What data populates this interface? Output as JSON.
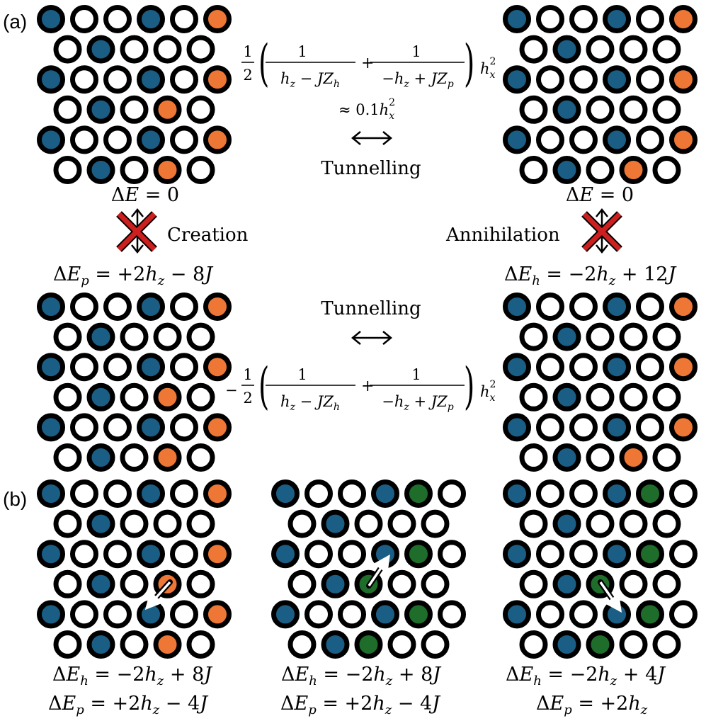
{
  "panels": {
    "a_label": "(a)",
    "b_label": "(b)"
  },
  "colors": {
    "blue": "#1b5e85",
    "orange": "#ee7736",
    "green": "#1f6d2b",
    "ring": "#000000",
    "empty": "#ffffff",
    "cross": "#cc1f1f"
  },
  "lattices": {
    "a_top_left": [
      "BEEBEO",
      "EBEEE",
      "BEEBEO",
      "EBEOE",
      "BEEBEO",
      "EBEOE"
    ],
    "a_top_right": [
      "BEEBEO",
      "EBEEE",
      "BEEBEO",
      "EBEEE",
      "BEEBEO",
      "EBEOE"
    ],
    "a_bottom_left": [
      "BEEBEO",
      "EBEEE",
      "BEEBEO",
      "EBEOE",
      "BEEBEO",
      "EBEOE"
    ],
    "a_bottom_right": [
      "BEEBEO",
      "EBEEE",
      "BEEBEO",
      "EBEEE",
      "BEEBEO",
      "EBEOE"
    ],
    "b_left": [
      "BEEBEO",
      "EBEEE",
      "BEEBEO",
      "EBEOE",
      "BEEBEO",
      "EBEOE"
    ],
    "b_middle": [
      "BEEBGE",
      "EBEEE",
      "BEEBGE",
      "EBGEE",
      "BEEBGE",
      "EBGEE"
    ],
    "b_right": [
      "BEEBGE",
      "EBEEE",
      "BEEBGE",
      "EBGEE",
      "BEEBGE",
      "EBGEE"
    ]
  },
  "energies": {
    "top_left": "ΔE = 0",
    "top_right": "ΔE = 0",
    "creation_energy": "ΔE_p = +2h_z − 8J",
    "annihilation_energy": "ΔE_h = −2h_z + 12J",
    "b_left_h": "ΔE_h = −2h_z + 8J",
    "b_left_p": "ΔE_p = +2h_z − 4J",
    "b_middle_h": "ΔE_h = −2h_z + 8J",
    "b_middle_p": "ΔE_p = +2h_z − 4J",
    "b_right_h": "ΔE_h = −2h_z + 4J",
    "b_right_p": "ΔE_p = +2h_z"
  },
  "labels": {
    "creation": "Creation",
    "annihilation": "Annihilation",
    "tunnelling_top": "Tunnelling",
    "tunnelling_bottom": "Tunnelling",
    "approx": "≈ 0.1h_x^2"
  },
  "formula": {
    "prefactor_top": "1/2",
    "prefactor_bottom": "−1/2",
    "term1_num": "1",
    "term1_den": "h_z − JZ_h",
    "plus": "+",
    "term2_num": "1",
    "term2_den": "−h_z + JZ_p",
    "factor": "h_x^2"
  }
}
